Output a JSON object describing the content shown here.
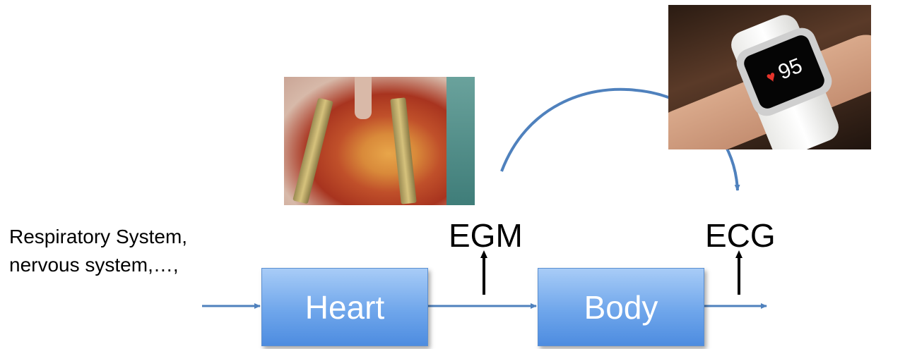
{
  "diagram": {
    "inputs_label": [
      "Respiratory System,",
      "nervous system,…,"
    ],
    "blocks": {
      "heart": "Heart",
      "body": "Body"
    },
    "signals": {
      "egm": "EGM",
      "ecg": "ECG"
    },
    "watch_reading": "95",
    "colors": {
      "block_fill": "#6fa6eb",
      "block_border": "#5b8fd1",
      "arrow": "#4f81bd",
      "signal_arrow": "#000000"
    }
  }
}
